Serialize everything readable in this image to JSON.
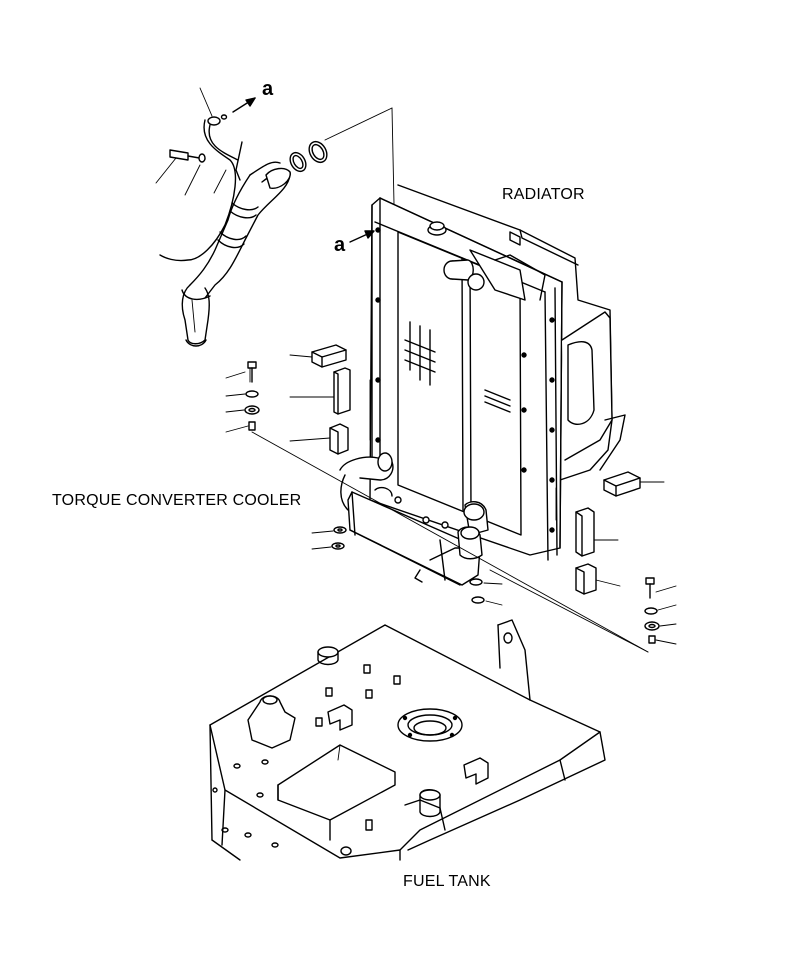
{
  "labels": {
    "radiator": "RADIATOR",
    "torque_converter_cooler": "TORQUE CONVERTER COOLER",
    "fuel_tank": "FUEL TANK",
    "ref_a_top": "a",
    "ref_a_radiator": "a"
  },
  "colors": {
    "line": "#000000",
    "background": "#ffffff"
  }
}
